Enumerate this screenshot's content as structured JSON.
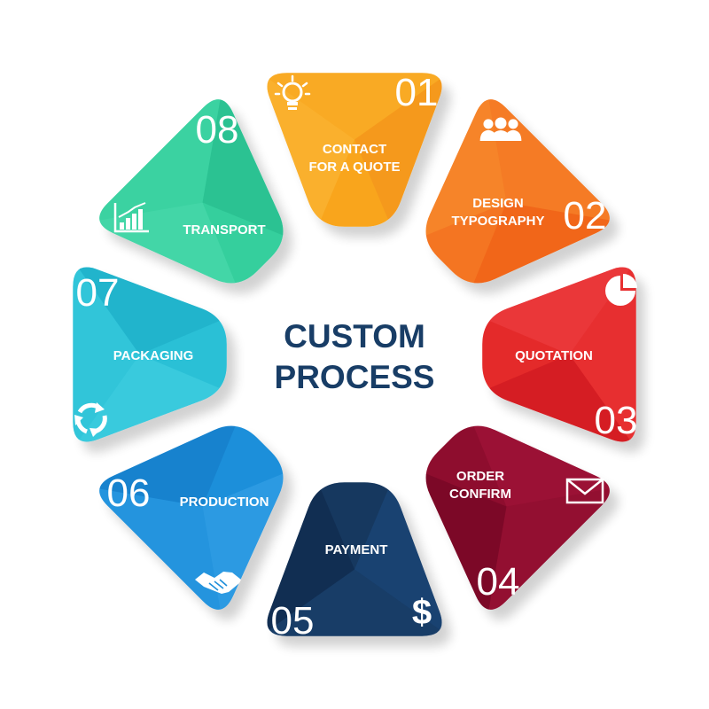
{
  "title": {
    "line1": "CUSTOM",
    "line2": "PROCESS"
  },
  "steps": [
    {
      "number": "01",
      "label_lines": [
        "CONTACT",
        "FOR A QUOTE"
      ],
      "icon": "lightbulb-icon",
      "color": "#f9a51b",
      "dark": "#f3901e",
      "light": "#fbba3c"
    },
    {
      "number": "02",
      "label_lines": [
        "DESIGN",
        "TYPOGRAPHY"
      ],
      "icon": "people-icon",
      "color": "#f47520",
      "dark": "#ee5a13",
      "light": "#f7902f"
    },
    {
      "number": "03",
      "label_lines": [
        "QUOTATION"
      ],
      "icon": "pie-chart-icon",
      "color": "#e42a2b",
      "dark": "#c9131d",
      "light": "#ef4145"
    },
    {
      "number": "04",
      "label_lines": [
        "ORDER",
        "CONFIRM"
      ],
      "icon": "envelope-icon",
      "color": "#8e0e2f",
      "dark": "#6d0622",
      "light": "#a5163c"
    },
    {
      "number": "05",
      "label_lines": [
        "PAYMENT"
      ],
      "icon": "dollar-icon",
      "color": "#16375f",
      "dark": "#0e2647",
      "light": "#1e4a80"
    },
    {
      "number": "06",
      "label_lines": [
        "PRODUCTION"
      ],
      "icon": "handshake-icon",
      "color": "#1f8fda",
      "dark": "#1479c4",
      "light": "#3aa4ea"
    },
    {
      "number": "07",
      "label_lines": [
        "PACKAGING"
      ],
      "icon": "recycle-icon",
      "color": "#2bc0d6",
      "dark": "#1aaac5",
      "light": "#46d2e4"
    },
    {
      "number": "08",
      "label_lines": [
        "TRANSPORT"
      ],
      "icon": "bar-chart-icon",
      "color": "#35cf9d",
      "dark": "#22b888",
      "light": "#4fdcaf"
    }
  ]
}
